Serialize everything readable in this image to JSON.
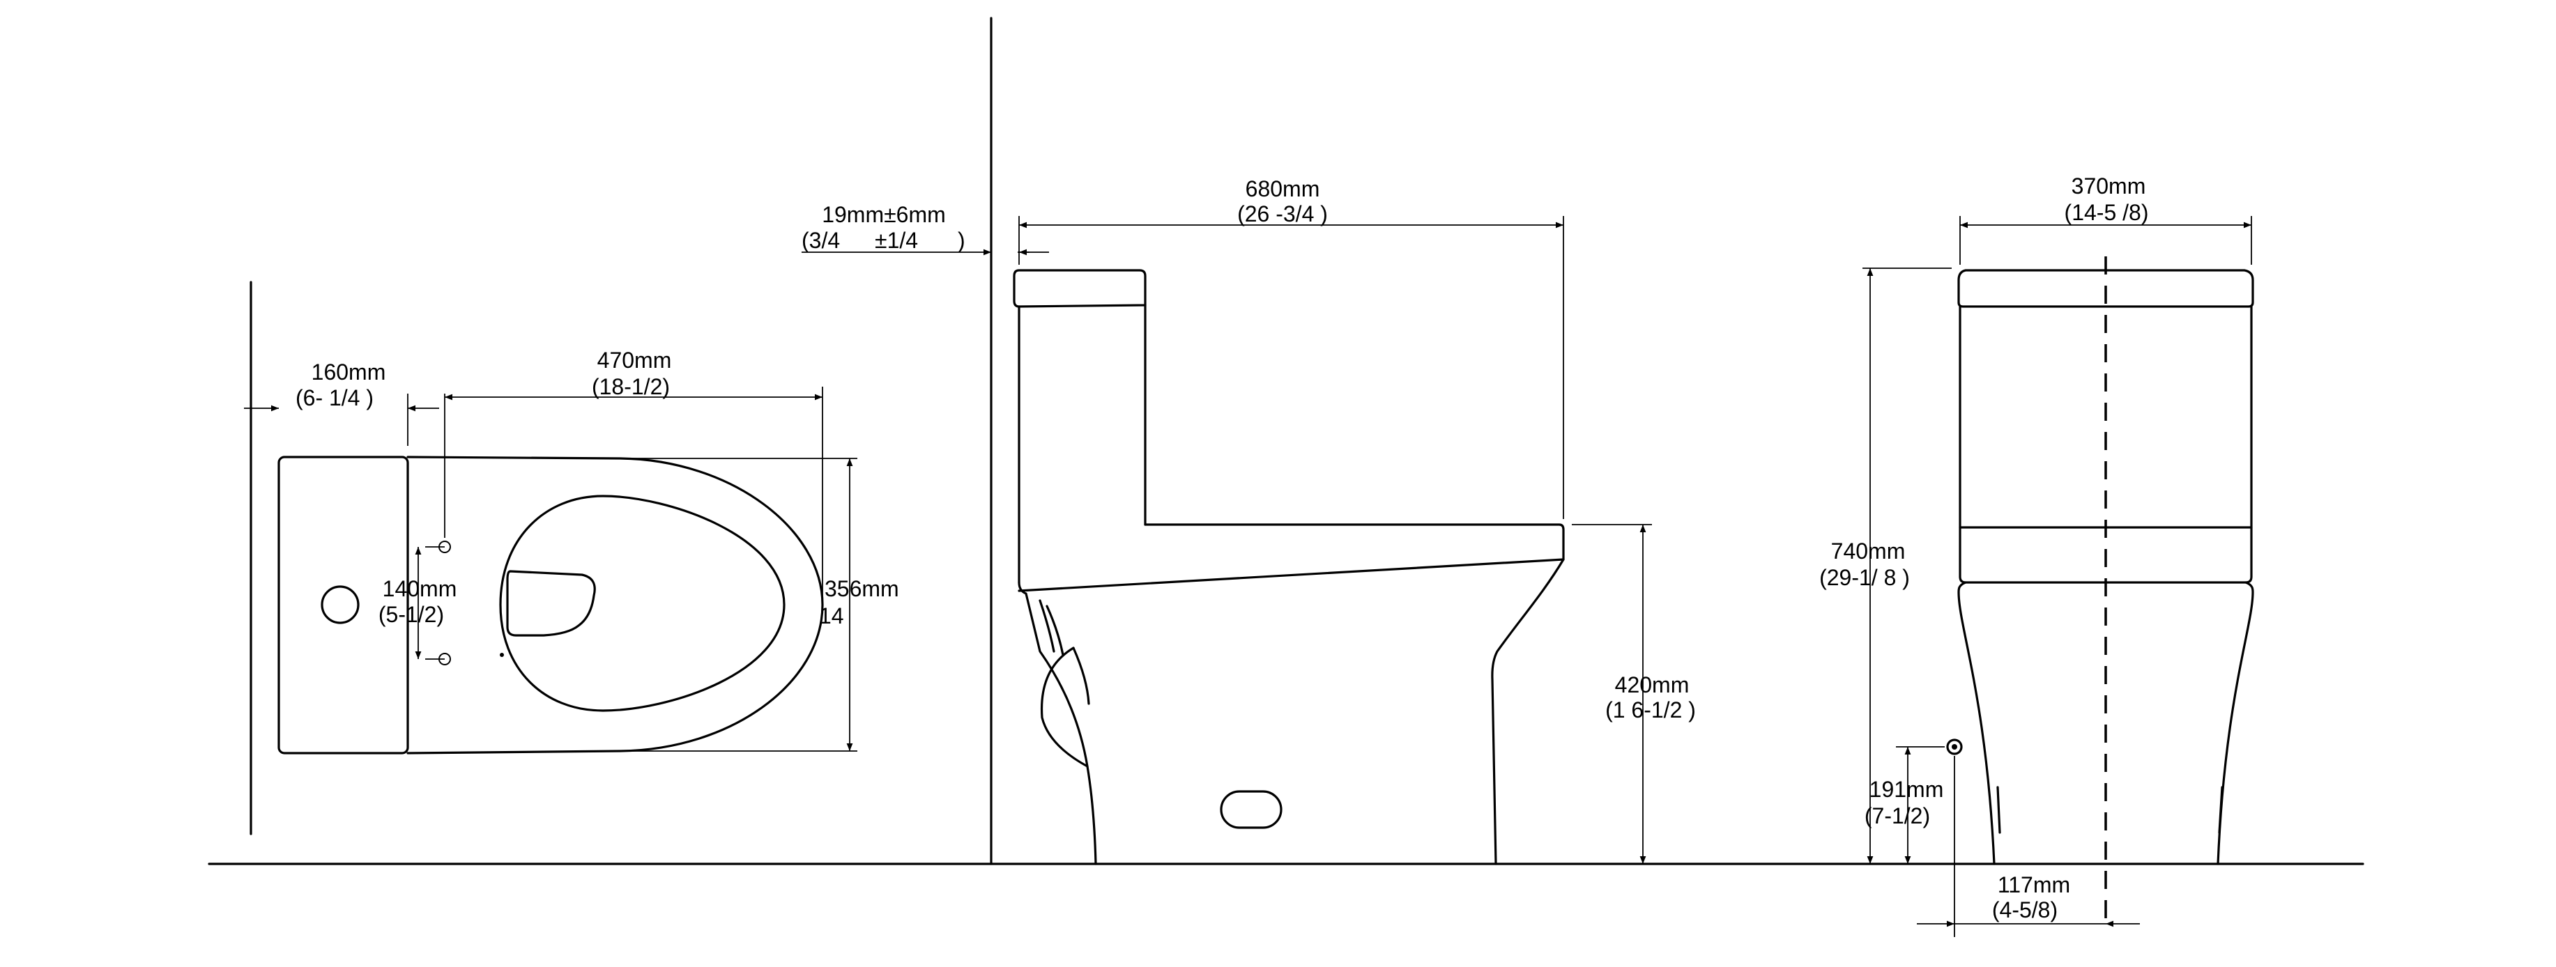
{
  "colors": {
    "line": "#000000",
    "background": "#ffffff"
  },
  "top_view": {
    "dim_wall_to_tank": {
      "metric": "160mm",
      "imperial": "(6- 1/4 )"
    },
    "dim_bowl_length": {
      "metric": "470mm",
      "imperial": "(18-1/2)"
    },
    "dim_bolt_spacing": {
      "metric": "140mm",
      "imperial": "(5-1/2)"
    },
    "dim_width": {
      "metric": "356mm",
      "imperial": "14"
    }
  },
  "side_view": {
    "dim_wall_gap": {
      "metric": "19mm±6mm",
      "imperial_a": "(3/4",
      "imperial_b": "±1/4",
      "imperial_c": ")"
    },
    "dim_depth": {
      "metric": "680mm",
      "imperial": "(26 -3/4 )"
    },
    "dim_seat_height": {
      "metric": "420mm",
      "imperial": "(1 6-1/2 )"
    }
  },
  "front_view": {
    "dim_width": {
      "metric": "370mm",
      "imperial": "(14-5 /8)"
    },
    "dim_height": {
      "metric": "740mm",
      "imperial": "(29-1/ 8 )"
    },
    "dim_supply_height": {
      "metric": "191mm",
      "imperial": "(7-1/2)"
    },
    "dim_supply_offset": {
      "metric": "117mm",
      "imperial": "(4-5/8)"
    }
  }
}
